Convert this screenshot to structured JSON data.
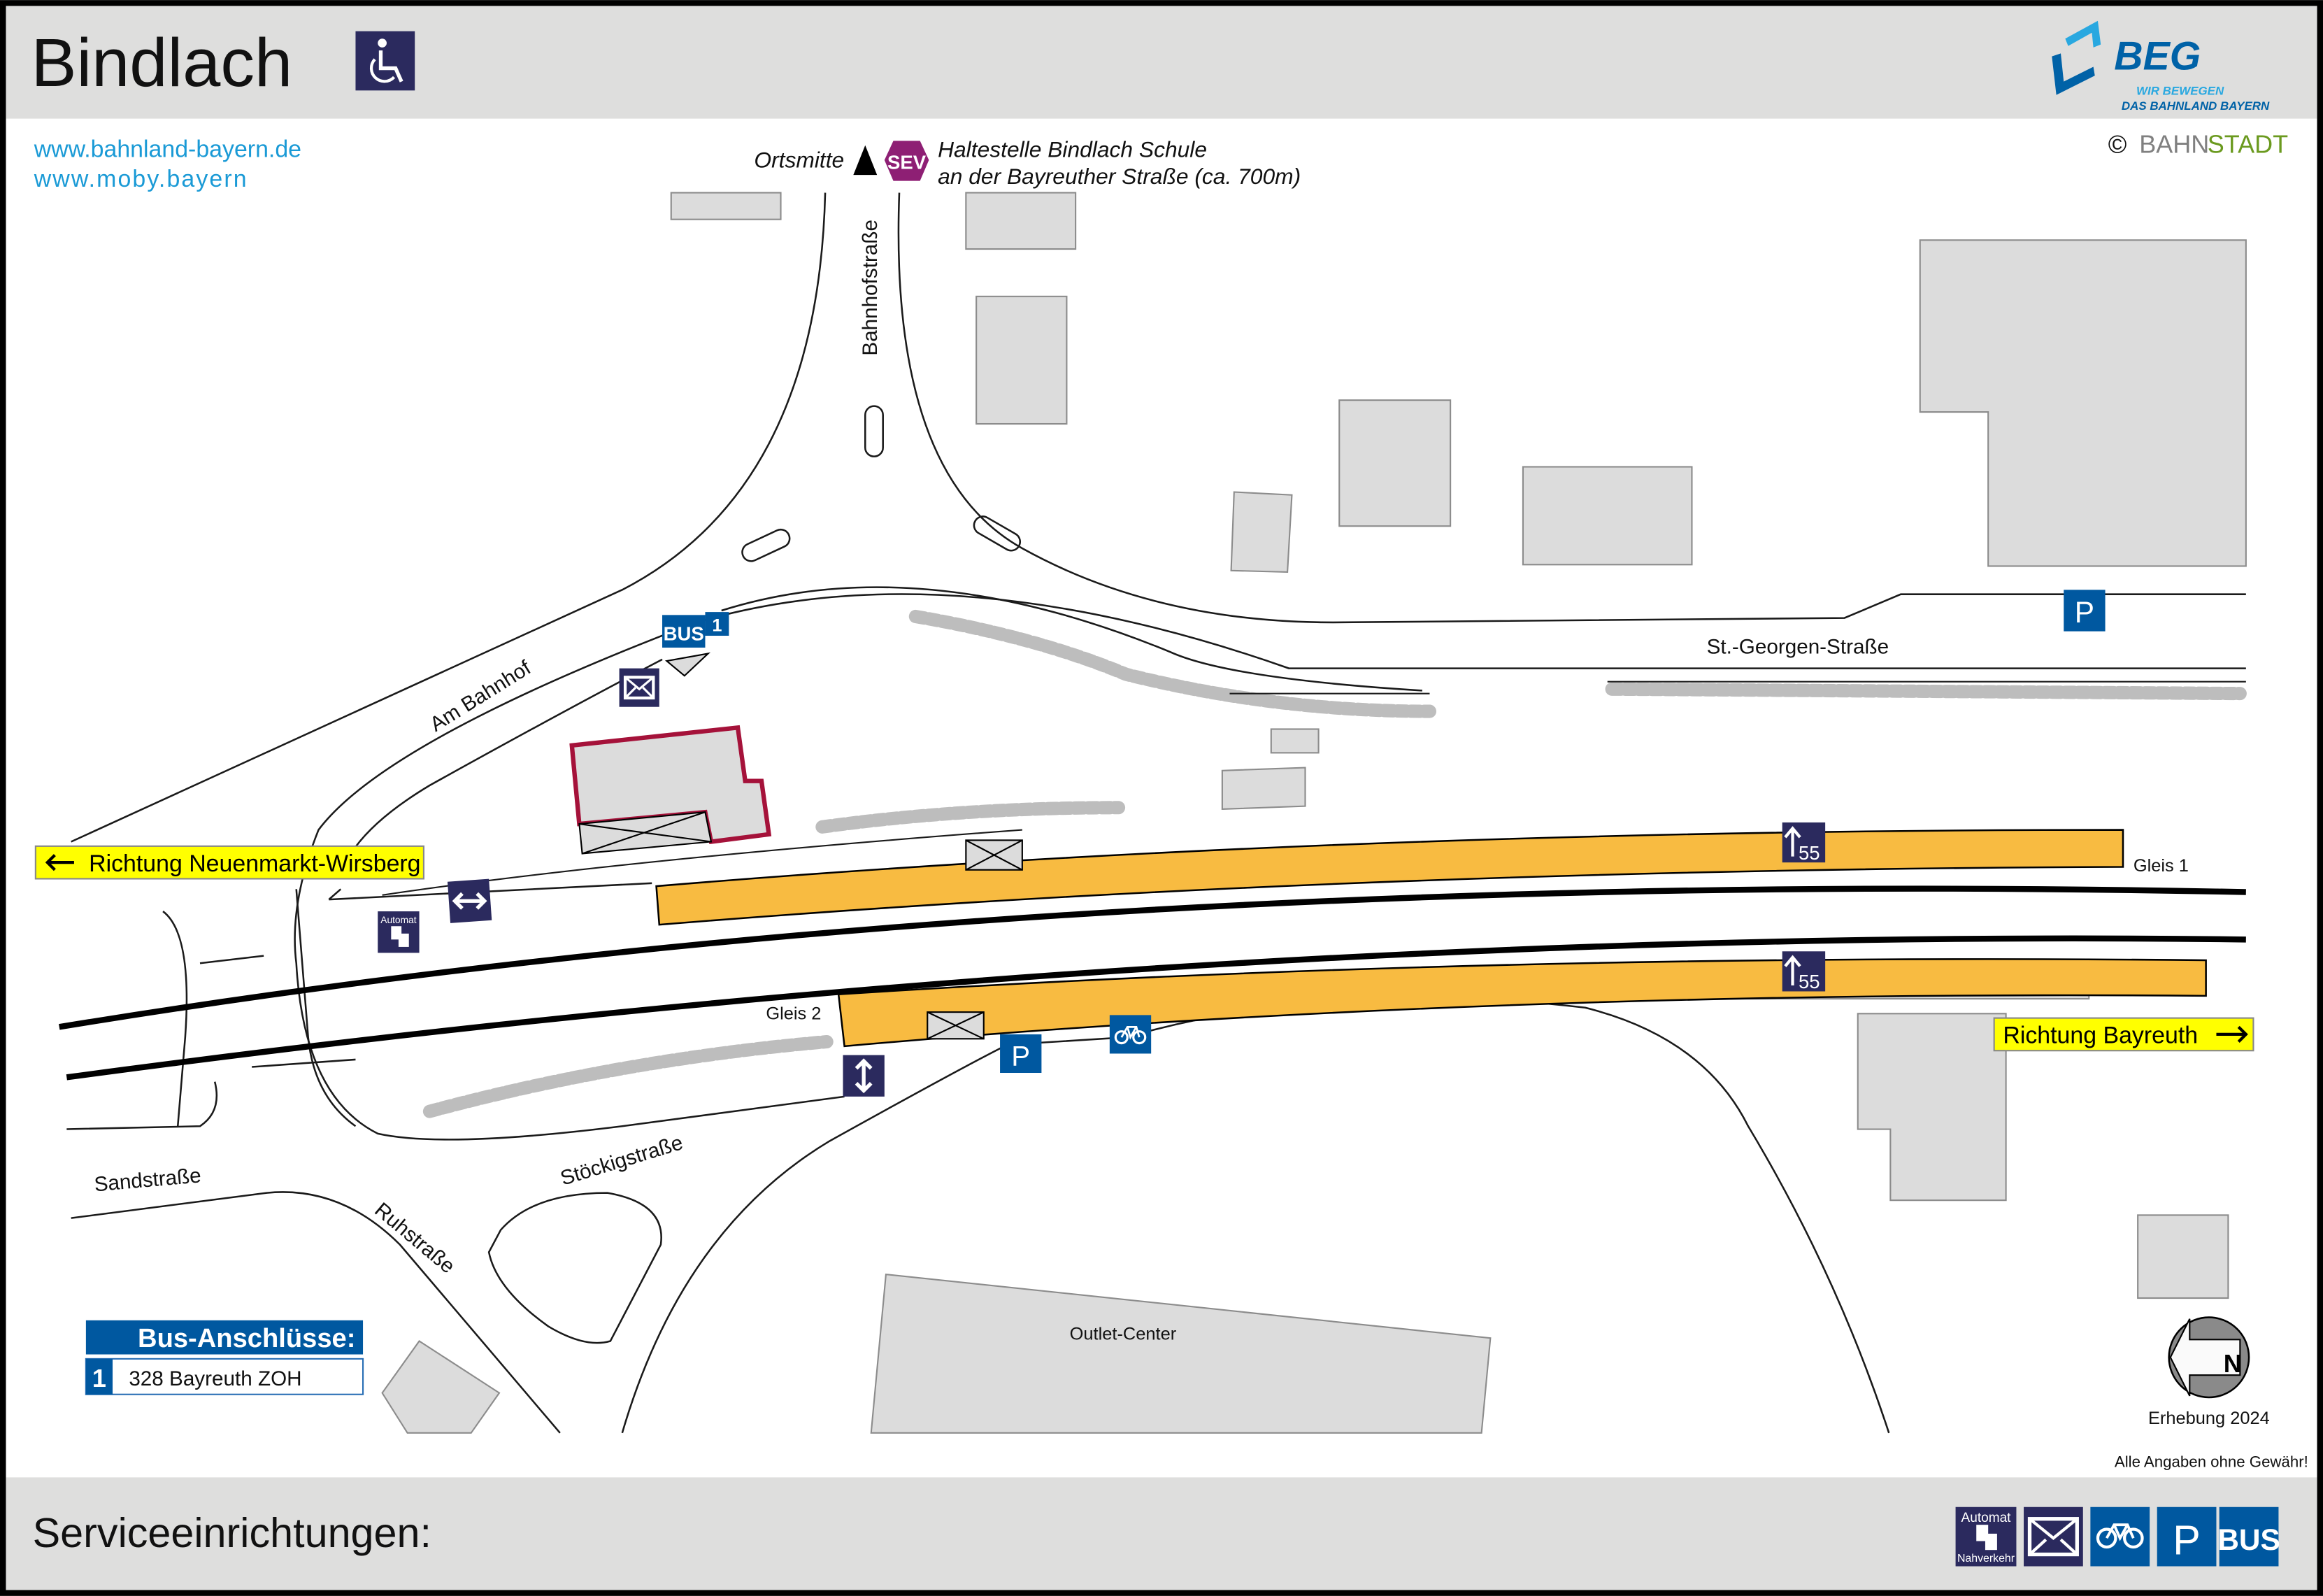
{
  "header": {
    "title": "Bindlach",
    "accessibility_icon": "wheelchair-icon",
    "logo": {
      "name": "BEG",
      "tagline_1": "WIR BEWEGEN",
      "tagline_2": "DAS BAHNLAND BAYERN"
    },
    "copyright": {
      "symbol": "©",
      "part1": "BAHN",
      "part2": "STADT"
    }
  },
  "links": [
    "www.bahnland-bayern.de",
    "www.moby.bayern"
  ],
  "sev": {
    "direction_label": "Ortsmitte",
    "badge": "SEV",
    "line1": "Haltestelle Bindlach Schule",
    "line2": "an der Bayreuther Straße (ca. 700m)"
  },
  "streets": {
    "bahnhofstrasse": "Bahnhofstraße",
    "am_bahnhof": "Am Bahnhof",
    "st_georgen": "St.-Georgen-Straße",
    "sandstrasse": "Sandstraße",
    "ruhstrasse": "Ruhstraße",
    "stoeckigstrasse": "Stöckigstraße",
    "outlet": "Outlet-Center"
  },
  "tracks": {
    "gleis1": "Gleis 1",
    "gleis2": "Gleis 2"
  },
  "platform_height": {
    "gleis1": "55",
    "gleis2": "55"
  },
  "signs": {
    "bus": "BUS",
    "bus_stop_number": "1",
    "parking": "P",
    "automat_top": "Automat",
    "automat_bottom": "Nahverkehr"
  },
  "directions": {
    "west": "Richtung Neuenmarkt-Wirsberg",
    "east": "Richtung Bayreuth"
  },
  "bus_connections": {
    "title": "Bus-Anschlüsse:",
    "rows": [
      {
        "stop": "1",
        "route": "328 Bayreuth ZOH"
      }
    ]
  },
  "compass": {
    "letter": "N"
  },
  "survey": "Erhebung 2024",
  "disclaimer": "Alle Angaben ohne Gewähr!",
  "footer": {
    "title": "Serviceeinrichtungen:",
    "icons": [
      "ticket-machine-icon",
      "mailbox-icon",
      "bicycle-parking-icon",
      "parking-icon",
      "bus-icon"
    ]
  },
  "colors": {
    "platform": "#f8bb41",
    "navy_sign": "#2b2a5e",
    "blue_sign": "#0058a0",
    "sev": "#8e1f74",
    "station_outline": "#a5123a",
    "direction_box": "#ffff00",
    "link": "#1a9ad6"
  }
}
